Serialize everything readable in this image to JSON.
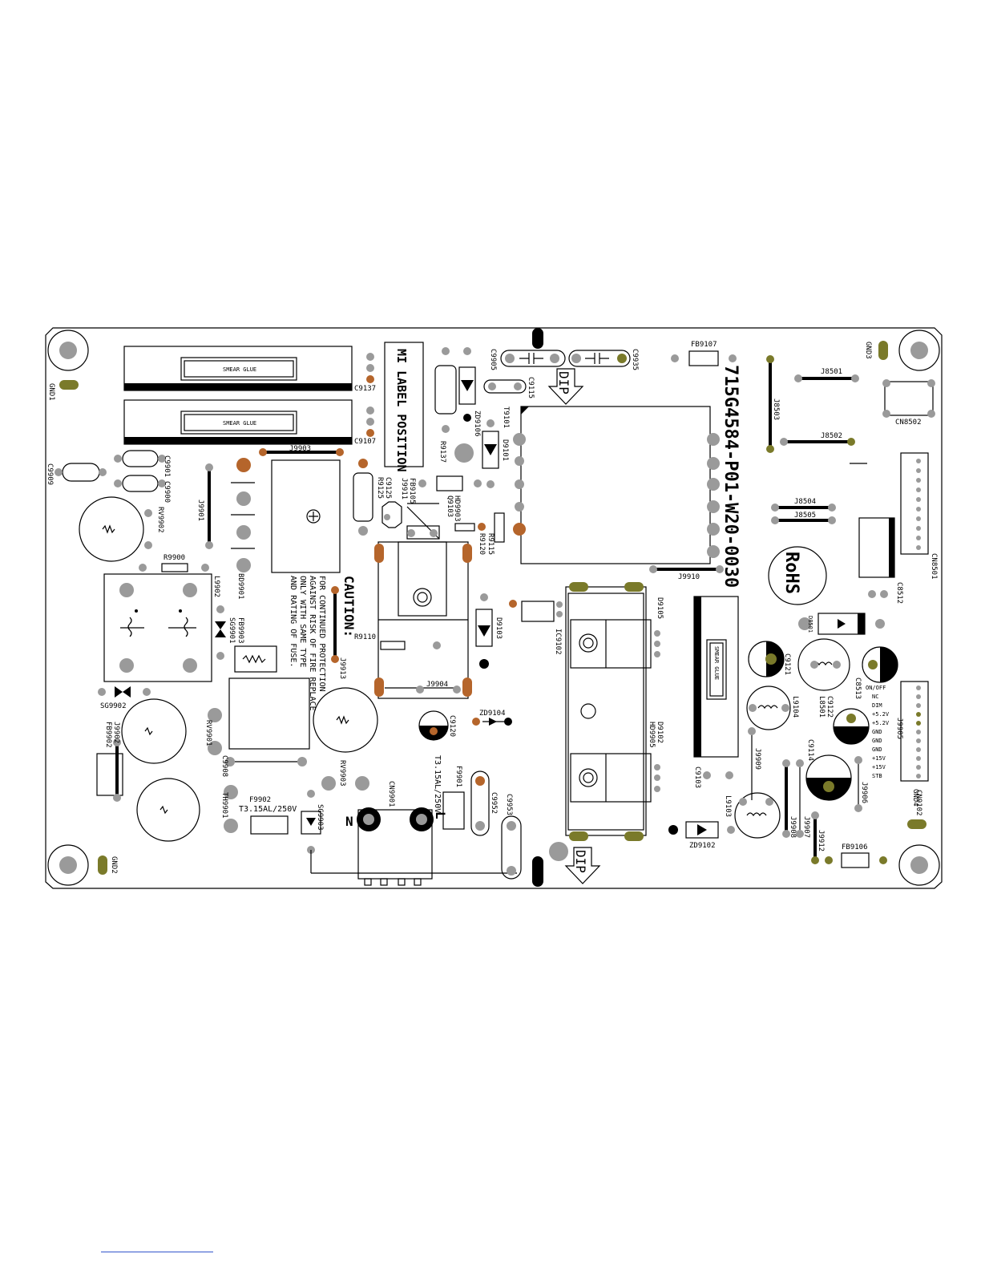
{
  "board": {
    "part_number": "715G4584-P01-W20-0030",
    "rohs": "RoHS",
    "mi_label": "MI LABEL POSITION",
    "dip_top": "DIP",
    "dip_bottom": "DIP",
    "smear_glue_1": "SMEAR GLUE",
    "smear_glue_2": "SMEAR GLUE",
    "smear_glue_3": "SMEAR GLUE",
    "caution_title": "CAUTION:",
    "caution_lines": [
      "FOR CONTINUED PROTECTION",
      "AGAINST RISK OF FIRE REPLACE",
      "ONLY WITH SAME TYPE",
      "AND RATING OF FUSE."
    ],
    "fuse_f9902_rating": "T3.15AL/250V",
    "fuse_f9901_rating": "T3.15AL/250V",
    "mains_n": "N",
    "mains_l": "L",
    "connector_pins": [
      "ON/OFF",
      "NC",
      "DIM",
      "+5.2V",
      "+5.2V",
      "GND",
      "GND",
      "GND",
      "+15V",
      "+15V",
      "STB"
    ]
  },
  "refs": {
    "gnd1": "GND1",
    "gnd2": "GND2",
    "gnd3": "GND3",
    "gnd4": "GND4",
    "c9137": "C9137",
    "c9107": "C9107",
    "j9903": "J9903",
    "c9909": "C9909",
    "c9901": "C9901",
    "c9900": "C9900",
    "j9901": "J9901",
    "rv9902": "RV9902",
    "r9900": "R9900",
    "l9902": "L9902",
    "sg9901": "SG9901",
    "fb9903": "FB9903",
    "bd9901": "BD9901",
    "sg9902": "SG9902",
    "fb9902": "FB9902",
    "j9902": "J9902",
    "rv9901": "RV9901",
    "c9908": "C9908",
    "th9901": "TH9901",
    "f9902": "F9902",
    "rv9903": "RV9903",
    "sg9903": "SG9903",
    "cn9901": "CN9901",
    "r9110": "R9110",
    "j9913": "J9913",
    "j9904": "J9904",
    "c9905": "C9905",
    "c9115": "C9115",
    "zd9106": "ZD9106",
    "r9137": "R9137",
    "t9101": "T9101",
    "d9101": "D9101",
    "fb9105": "FB9105",
    "j9911": "J9911",
    "c9125": "C9125",
    "r9125": "R9125",
    "q9103": "Q9103",
    "hd9903": "HD9903",
    "r9115": "R9115",
    "r9120": "R9120",
    "d9103": "D9103",
    "ic9102": "IC9102",
    "c9120": "C9120",
    "zd9104": "ZD9104",
    "f9901": "F9901",
    "c9952": "C9952",
    "c9953": "C9953",
    "c9935": "C9935",
    "fb9107": "FB9107",
    "j9910": "J9910",
    "d9105": "D9105",
    "d9102": "D9102",
    "hd9905": "HD9905",
    "c9103": "C9103",
    "l9103": "L9103",
    "zd9102": "ZD9102",
    "j9909": "J9909",
    "j9908": "J9908",
    "j9907": "J9907",
    "j9912": "J9912",
    "fb9106": "FB9106",
    "j9906": "J9906",
    "c9114": "C9114",
    "l9104": "L9104",
    "c9121": "C9121",
    "c9122": "C9122",
    "l8501": "L8501",
    "c8513": "C8513",
    "d8501": "D8501",
    "c8512": "C8512",
    "cn8501": "CN8501",
    "j9905": "J9905",
    "cn9102": "CN9102",
    "j8501": "J8501",
    "j8502": "J8502",
    "j8503": "J8503",
    "j8504": "J8504",
    "j8505": "J8505",
    "cn8502": "CN8502"
  },
  "colors": {
    "pad_grey": "#9a9a9a",
    "pad_orange": "#b5652b",
    "pad_olive": "#7a7a2a"
  }
}
